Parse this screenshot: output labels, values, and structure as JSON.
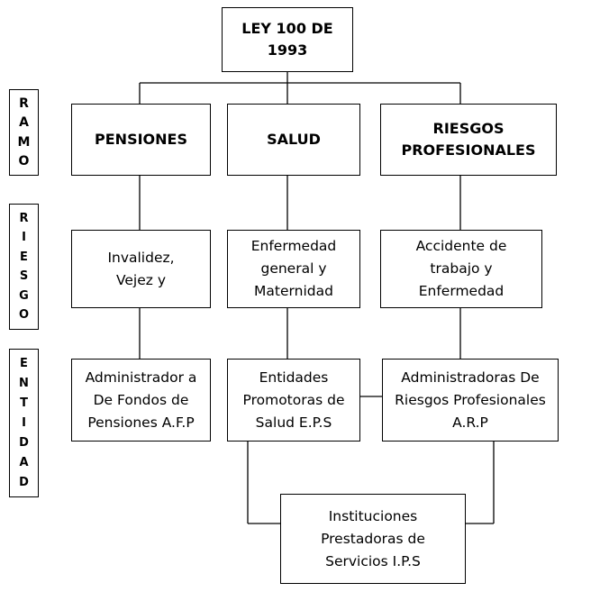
{
  "root": {
    "label": "LEY 100 DE 1993"
  },
  "side_labels": {
    "ramo": [
      "R",
      "A",
      "M",
      "O"
    ],
    "riesgo": [
      "R",
      "I",
      "E",
      "S",
      "G",
      "O"
    ],
    "entidad": [
      "E",
      "N",
      "T",
      "I",
      "D",
      "A",
      "D"
    ]
  },
  "ramo": {
    "pensiones": "PENSIONES",
    "salud": "SALUD",
    "riesgos": "RIESGOS PROFESIONALES"
  },
  "riesgo": {
    "pensiones": "Invalidez, Vejez y",
    "salud": "Enfermedad general y Maternidad",
    "riesgos": "Accidente de trabajo y Enfermedad"
  },
  "entidad": {
    "pensiones": "Administrador a De Fondos de Pensiones A.F.P",
    "salud": "Entidades Promotoras de Salud E.P.S",
    "riesgos": "Administradoras De Riesgos Profesionales A.R.P"
  },
  "ips": {
    "label": "Instituciones Prestadoras de Servicios I.P.S"
  }
}
